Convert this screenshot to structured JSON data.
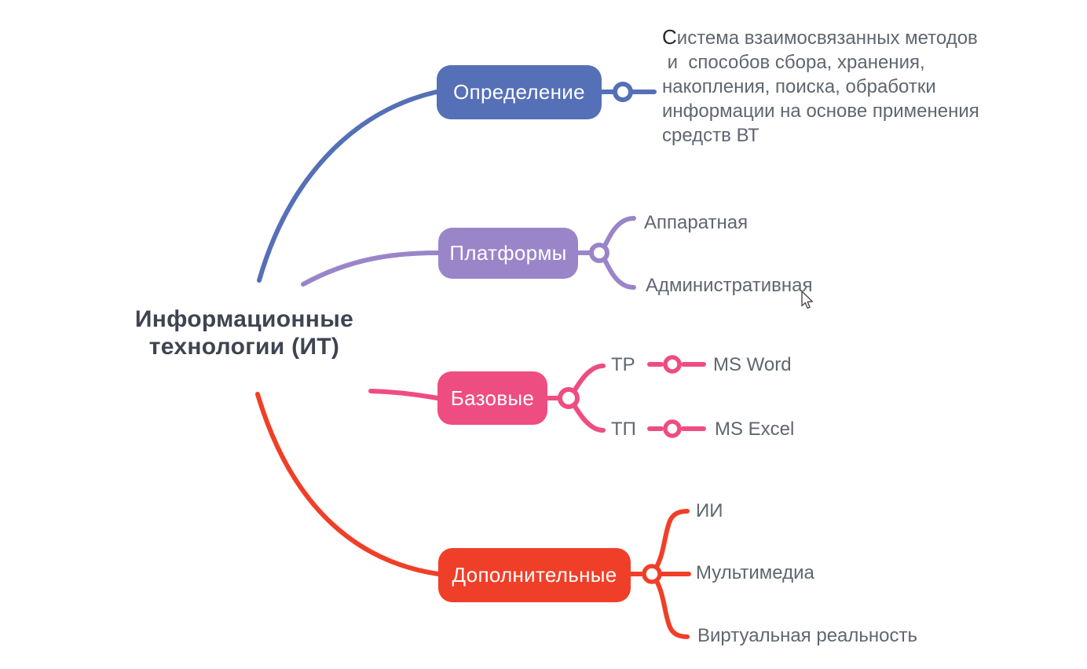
{
  "root": {
    "label": "Информационные\nтехнологии (ИТ)"
  },
  "definition": {
    "label": "Определение",
    "note": "Система взаимосвязанных методов\n и  способов сбора, хранения,\nнакопления, поиска, обработки\nинформации на основе применения\nсредств ВТ"
  },
  "platforms": {
    "label": "Платформы",
    "children": [
      {
        "label": "Аппаратная"
      },
      {
        "label": "Административная"
      }
    ]
  },
  "basic": {
    "label": "Базовые",
    "children": [
      {
        "abbr": "ТР",
        "app": "MS Word"
      },
      {
        "abbr": "ТП",
        "app": "MS Excel"
      }
    ]
  },
  "additional": {
    "label": "Дополнительные",
    "children": [
      {
        "label": "ИИ"
      },
      {
        "label": "Мультимедиа"
      },
      {
        "label": "Виртуальная реальность"
      }
    ]
  },
  "colors": {
    "definition_branch": "#5570b7",
    "platforms_branch": "#9a85c9",
    "basic_branch": "#ee4d81",
    "additional_branch": "#f03f28",
    "leaf_text": "#5f6670",
    "root_text": "#3e4450"
  }
}
